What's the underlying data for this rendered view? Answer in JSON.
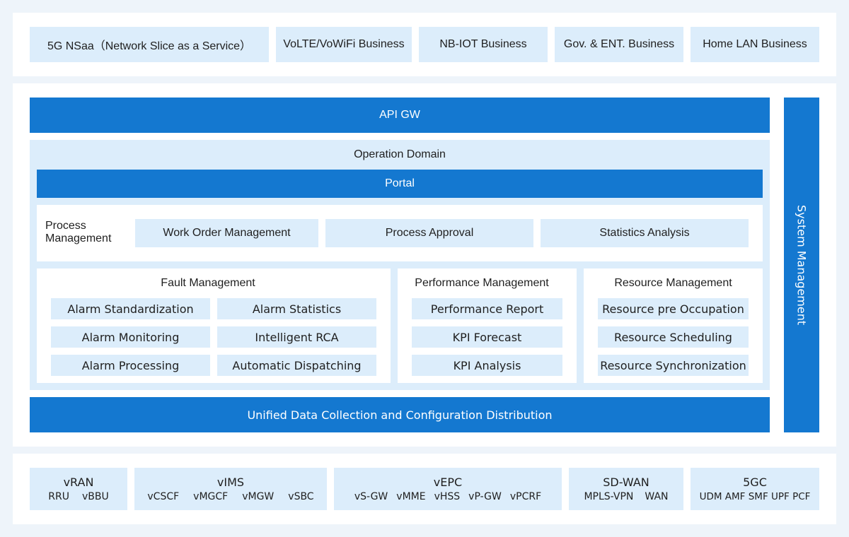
{
  "business": [
    "5G NSaa（Network Slice as a Service）",
    "VoLTE/VoWiFi Business",
    "NB-IOT Business",
    "Gov. & ENT. Business",
    "Home LAN Business"
  ],
  "api_gw": "API GW",
  "system_management": "System Management",
  "operation_domain": {
    "title": "Operation Domain",
    "portal": "Portal",
    "process": {
      "label": "Process Management",
      "items": [
        "Work Order Management",
        "Process Approval",
        "Statistics Analysis"
      ]
    },
    "fault": {
      "title": "Fault Management",
      "items": [
        "Alarm Standardization",
        "Alarm Statistics",
        "Alarm Monitoring",
        "Intelligent RCA",
        "Alarm Processing",
        "Automatic Dispatching"
      ]
    },
    "performance": {
      "title": "Performance Management",
      "items": [
        "Performance Report",
        "KPI Forecast",
        "KPI Analysis"
      ]
    },
    "resource": {
      "title": "Resource Management",
      "items": [
        "Resource pre Occupation",
        "Resource Scheduling",
        "Resource Synchronization"
      ]
    }
  },
  "unified": "Unified Data Collection and Configuration Distribution",
  "network": [
    {
      "title": "vRAN",
      "subs": [
        "RRU",
        "vBBU"
      ]
    },
    {
      "title": "vIMS",
      "subs": [
        "vCSCF",
        "vMGCF",
        "vMGW",
        "vSBC"
      ]
    },
    {
      "title": "vEPC",
      "subs": [
        "vS-GW",
        "vMME",
        "vHSS",
        "vP-GW",
        "vPCRF"
      ]
    },
    {
      "title": "SD-WAN",
      "subs": [
        "MPLS-VPN",
        "WAN"
      ]
    },
    {
      "title": "5GC",
      "subs": [
        "UDM AMF SMF UPF PCF"
      ]
    }
  ],
  "colors": {
    "primary_blue": "#1478d0",
    "light_blue": "#dcedfb",
    "background": "#eef4fa"
  }
}
